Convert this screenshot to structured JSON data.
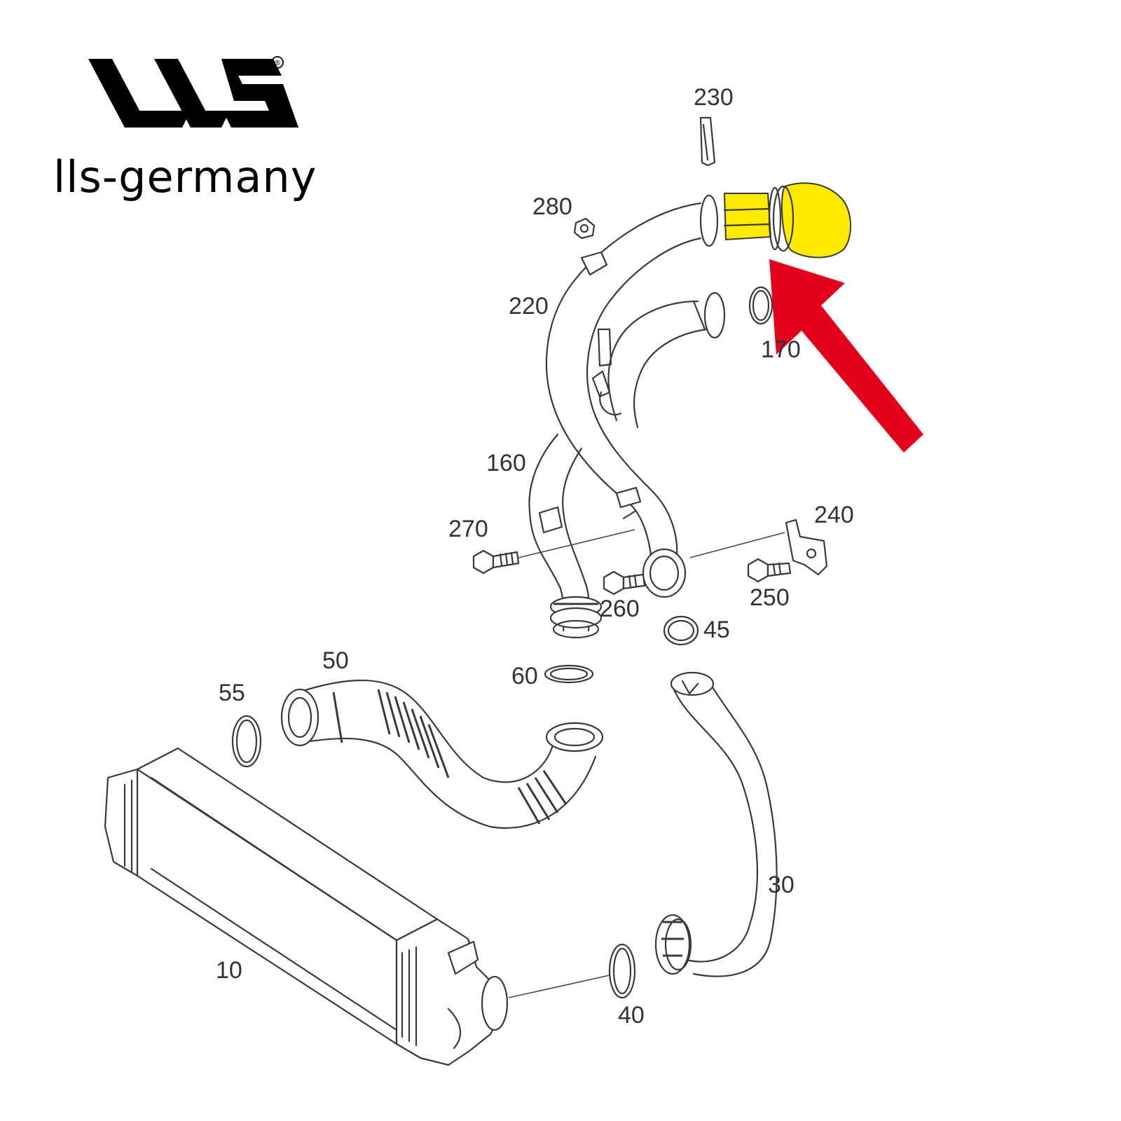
{
  "brand": {
    "name": "lls-germany",
    "registered_mark": "®"
  },
  "colors": {
    "highlight": "#ffeb00",
    "arrow": "#e3001b",
    "line": "#3a3a3a",
    "label": "#333333"
  },
  "callouts": {
    "p230": "230",
    "p280": "280",
    "p220": "220",
    "p170": "170",
    "p160": "160",
    "p270": "270",
    "p240": "240",
    "p250": "250",
    "p260": "260",
    "p45": "45",
    "p60": "60",
    "p50": "50",
    "p55": "55",
    "p30": "30",
    "p10": "10",
    "p40": "40"
  }
}
